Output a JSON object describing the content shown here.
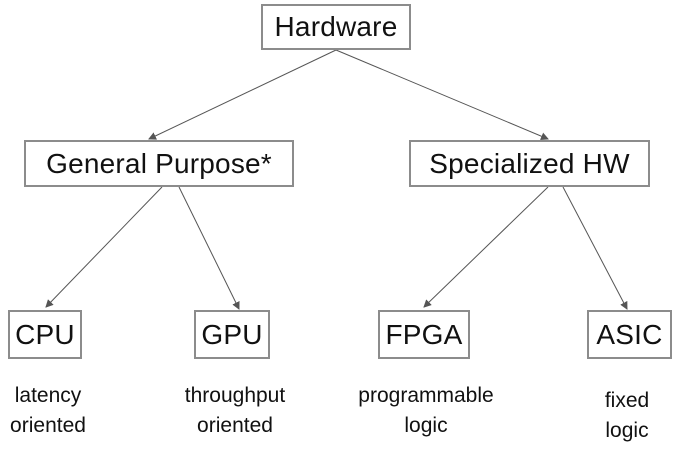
{
  "diagram": {
    "root": {
      "label": "Hardware"
    },
    "categories": [
      {
        "label": "General Purpose*"
      },
      {
        "label": "Specialized HW"
      }
    ],
    "leaves": [
      {
        "label": "CPU",
        "note": [
          "latency",
          "oriented"
        ]
      },
      {
        "label": "GPU",
        "note": [
          "throughput",
          "oriented"
        ]
      },
      {
        "label": "FPGA",
        "note": [
          "programmable",
          "logic"
        ]
      },
      {
        "label": "ASIC",
        "note": [
          "fixed",
          "logic"
        ]
      }
    ],
    "colors": {
      "box_border": "#8c8c8c",
      "edge": "#555555",
      "text": "#111111"
    }
  }
}
